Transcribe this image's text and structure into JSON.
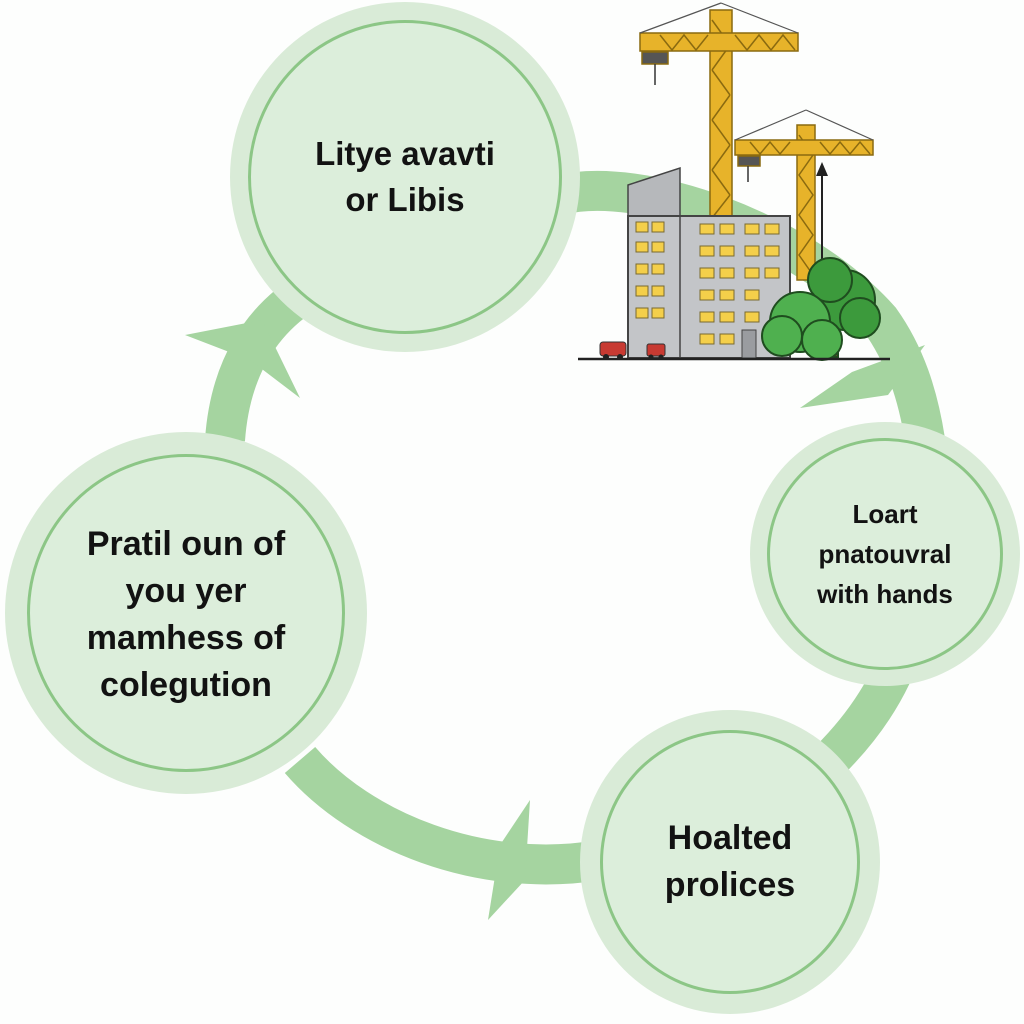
{
  "diagram": {
    "nodes": {
      "top": "Litye avavti\nor Libis",
      "left": "Pratil oun of\nyou yer\nmamhess of\ncolegution",
      "right": "Loart\npnatouvral\nwith hands",
      "bottom": "Hoalted\nprolices"
    },
    "illustration": "construction-site-with-cranes",
    "colors": {
      "ring": "#a5d4a0",
      "node_fill": "#dceedb",
      "node_border": "#8cc686",
      "crane": "#e7b32a",
      "tree": "#3c9a3c"
    }
  }
}
